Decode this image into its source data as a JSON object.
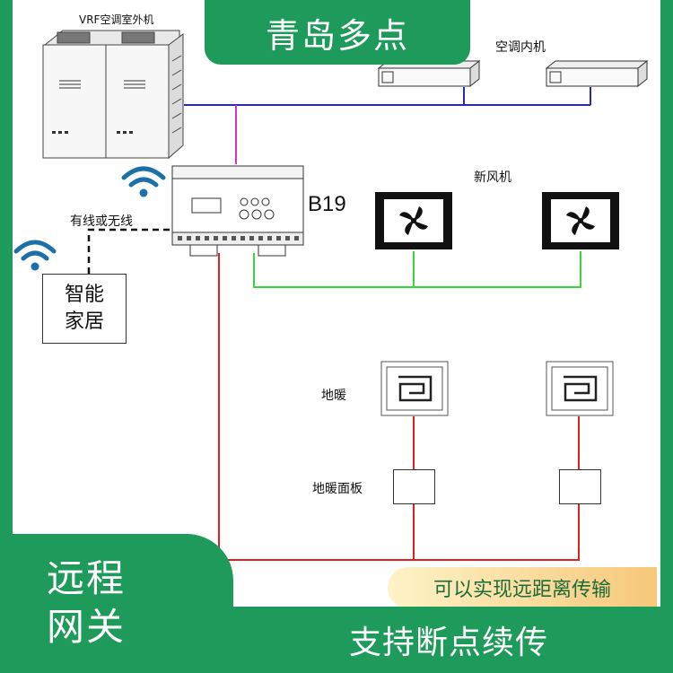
{
  "brand": {
    "title": "青岛多点"
  },
  "labels": {
    "outdoor_unit": "VRF空调室外机",
    "indoor_unit": "空调内机",
    "fresh_air": "新风机",
    "gateway_model": "B19",
    "wired_wireless": "有线或无线",
    "smart_home_line1": "智能",
    "smart_home_line2": "家居",
    "floor_heating": "地暖",
    "floor_heating_panel": "地暖面板"
  },
  "features": {
    "left_line1": "远程",
    "left_line2": "网关",
    "pill": "可以实现远距离传输",
    "bottom": "支持断点续传"
  },
  "colors": {
    "brand_green": "#1e9a5a",
    "line_blue": "#2a2aa8",
    "line_magenta": "#d633c8",
    "line_green": "#3bd63b",
    "line_red": "#e02020",
    "wifi_blue": "#1c6fa8"
  }
}
